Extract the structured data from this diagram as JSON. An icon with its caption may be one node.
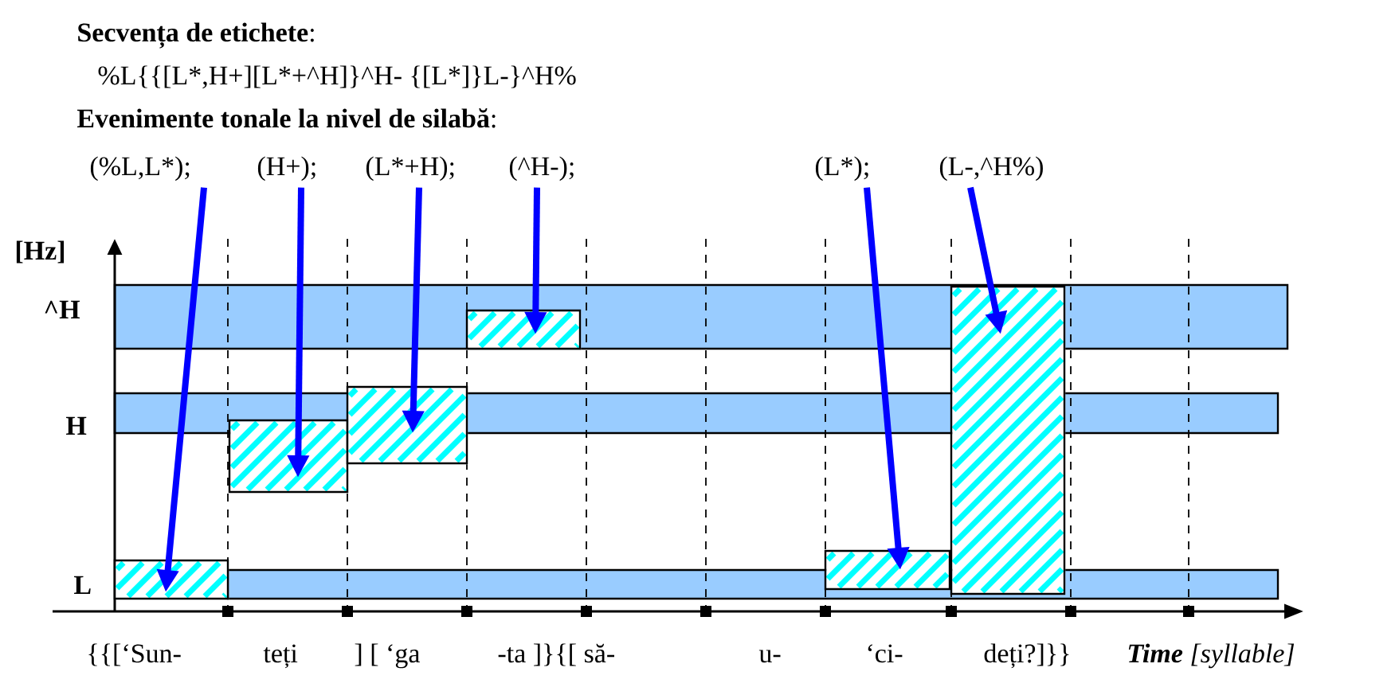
{
  "diagram": {
    "nodes": [
      {
        "text": [
          "(%L,L*);"
        ]
      },
      {
        "text": [
          "(H+);"
        ]
      },
      {
        "text": [
          "(L*+H);"
        ]
      },
      {
        "text": [
          "(^H-);"
        ]
      },
      {
        "text": [
          "(L*);"
        ]
      },
      {
        "text": [
          "(L-,^H%)"
        ]
      },
      {
        "text": [],
        "shape": "box"
      },
      {
        "text": [],
        "shape": "box"
      },
      {
        "text": [],
        "shape": "box"
      },
      {
        "text": [],
        "shape": "box"
      },
      {
        "text": [],
        "shape": "box"
      },
      {
        "text": [],
        "shape": "box"
      }
    ],
    "edges": [
      {
        "from": 0,
        "to": 6,
        "arrow": "to"
      },
      {
        "from": 1,
        "to": 7,
        "arrow": "to"
      },
      {
        "from": 2,
        "to": 8,
        "arrow": "to"
      },
      {
        "from": 3,
        "to": 9,
        "arrow": "to"
      },
      {
        "from": 4,
        "to": 10,
        "arrow": "to"
      },
      {
        "from": 5,
        "to": 11,
        "arrow": "to"
      }
    ],
    "labels": [
      "**Secvența de etichete**:",
      "%L{{[L*,H+][L*+^H]}^H- {[L*]}L-}^H%",
      "**Evenimente tonale la nivel de silabă**:",
      "[Hz]",
      "^H",
      "H",
      "L",
      "{{[‘Sun-",
      "teți",
      "] [ ‘ga",
      "-ta ]}{[ să-",
      "u-",
      "‘ci-",
      "deți?]}}",
      "**Time** [syllable]"
    ]
  }
}
